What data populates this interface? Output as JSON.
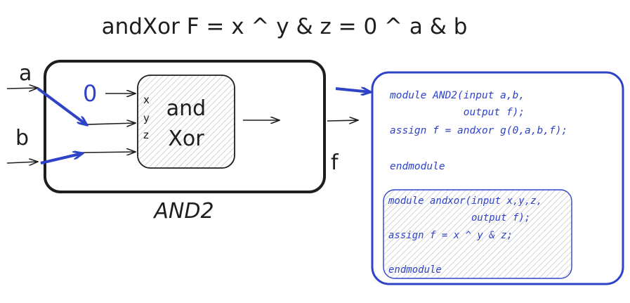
{
  "title": "andXor F = x ^ y & z = 0 ^ a & b",
  "colors": {
    "ink": "#1e1e1e",
    "accent": "#2f43c8",
    "hatch_fill": "#d0d0d0"
  },
  "diagram": {
    "inputs": {
      "a": "a",
      "b": "b",
      "zero": "0"
    },
    "output": "f",
    "outer_module_label": "AND2",
    "inner_block": {
      "line1": "and",
      "line2": "Xor",
      "ports": [
        "x",
        "y",
        "z"
      ]
    }
  },
  "code": {
    "outer": [
      "module AND2(input a,b,",
      "            output f);",
      "assign f = andxor g(0,a,b,f);",
      "",
      "endmodule"
    ],
    "inner": [
      "module andxor(input x,y,z,",
      "              output f);",
      "assign f = x ^ y & z;",
      "",
      "endmodule"
    ]
  }
}
